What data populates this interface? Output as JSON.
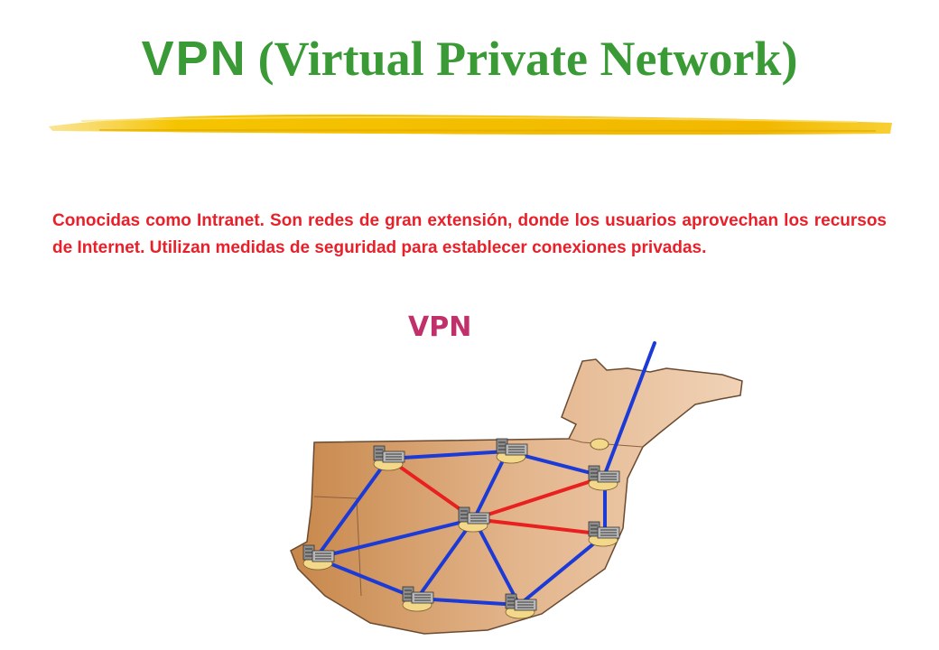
{
  "title": {
    "abbr": "VPN",
    "full": "(Virtual Private Network)",
    "color": "#3a9a36"
  },
  "underline_color": "#f5c400",
  "description": "Conocidas como Intranet. Son redes de gran extensión, donde los usuarios aprovechan los recursos de Internet. Utilizan medidas de seguridad para establecer conexiones privadas.",
  "description_color": "#e8202a",
  "diagram": {
    "label": "VPN",
    "label_color": "#c0306a",
    "land_color": "#d4a070",
    "public_link_color": "#1c3ad6",
    "private_link_color": "#e82020",
    "node_icon": "building-icon"
  }
}
